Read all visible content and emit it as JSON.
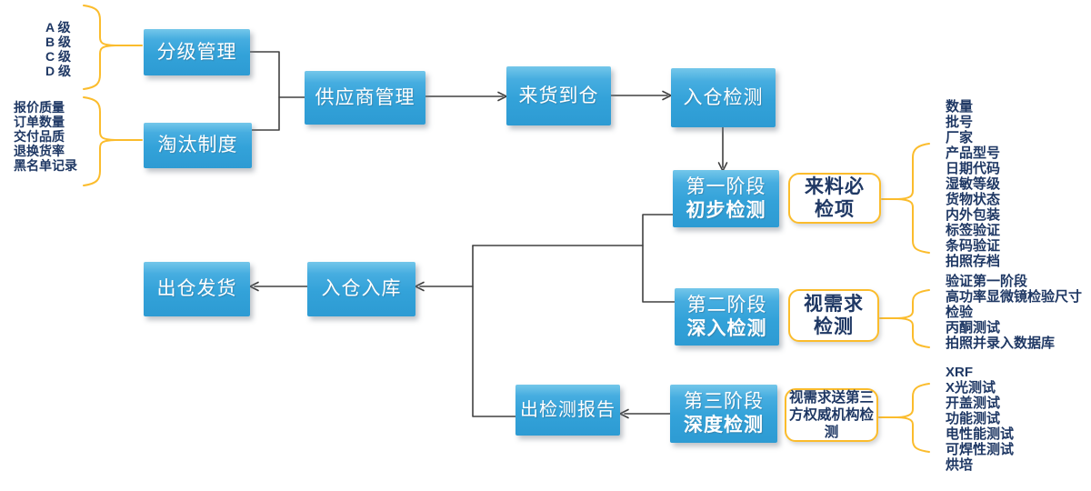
{
  "palette": {
    "node_blue": "#33a2d9",
    "node_blue_light": "#74c7ea",
    "text_white": "#ffffff",
    "navy_text": "#1f3864",
    "brace_yellow": "#fbbc2c",
    "connector_gray": "#404040"
  },
  "nodes": {
    "grading": {
      "label": "分级管理"
    },
    "elimination": {
      "label": "淘汰制度"
    },
    "supplier": {
      "label": "供应商管理"
    },
    "arrival": {
      "label": "来货到仓"
    },
    "inbound_inspection": {
      "label": "入仓检测"
    },
    "stage1": {
      "line1": "第一阶段",
      "line2": "初步检测"
    },
    "stage2": {
      "line1": "第二阶段",
      "line2": "深入检测"
    },
    "stage3": {
      "line1": "第三阶段",
      "line2": "深度检测"
    },
    "report": {
      "label": "出检测报告"
    },
    "warehouse": {
      "label": "入仓入库"
    },
    "shipping": {
      "label": "出仓发货"
    }
  },
  "callouts": {
    "must_check": {
      "lines": [
        "来料必",
        "检项"
      ]
    },
    "as_needed": {
      "lines": [
        "视需求",
        "检测"
      ]
    },
    "third_party": {
      "lines": [
        "视需求送第三",
        "方权威机构检",
        "测"
      ]
    }
  },
  "lists": {
    "grades": {
      "items": [
        "A 级",
        "B 级",
        "C 级",
        "D 级"
      ]
    },
    "criteria": {
      "items": [
        "报价质量",
        "订单数量",
        "交付品质",
        "退换货率",
        "黑名单记录"
      ]
    },
    "stage1_items": {
      "items": [
        "数量",
        "批号",
        "厂家",
        "产品型号",
        "日期代码",
        "湿敏等级",
        "货物状态",
        "内外包装",
        "标签验证",
        "条码验证",
        "拍照存档"
      ]
    },
    "stage2_items": {
      "items": [
        "验证第一阶段",
        "高功率显微镜检验尺寸",
        "检验",
        "丙酮测试",
        "拍照并录入数据库"
      ]
    },
    "stage3_items": {
      "items": [
        "XRF",
        "X光测试",
        "开盖测试",
        "功能测试",
        "电性能测试",
        "可焊性测试",
        "烘培"
      ]
    }
  }
}
